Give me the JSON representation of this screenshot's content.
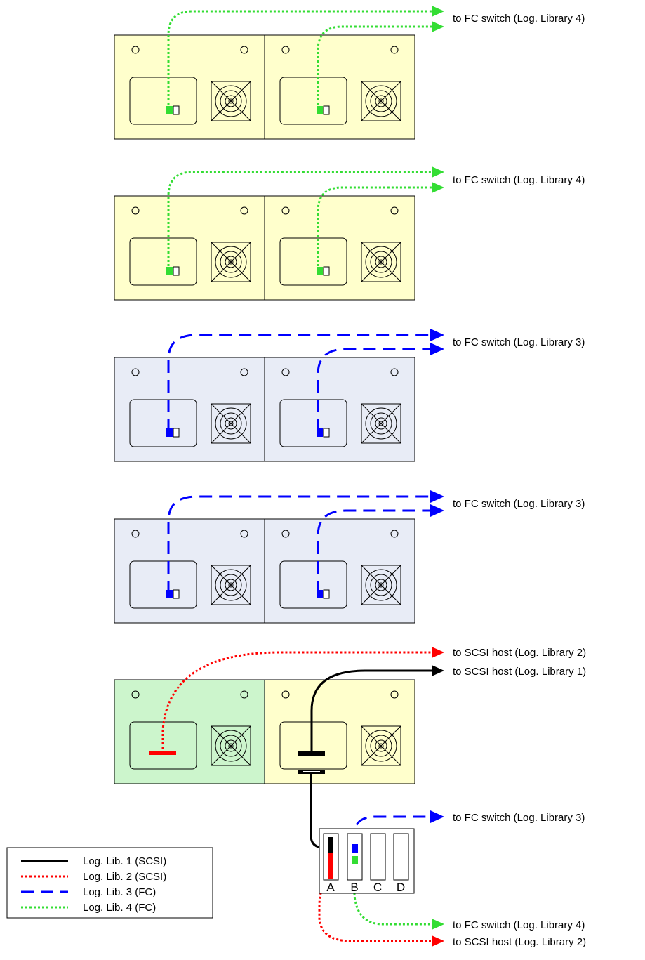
{
  "colors": {
    "yellow_module": "#ffffcc",
    "blue_module": "#e8ecf6",
    "green_module": "#ccf5cc",
    "lib1": "#000000",
    "lib2": "#ff0000",
    "lib3": "#0000ff",
    "lib4": "#33dd33"
  },
  "labels": {
    "fc4": "to FC switch (Log. Library 4)",
    "fc3": "to FC switch (Log. Library 3)",
    "scsi2": "to SCSI host (Log. Library 2)",
    "scsi1": "to SCSI host (Log. Library 1)"
  },
  "slots": [
    "A",
    "B",
    "C",
    "D"
  ],
  "legend": [
    {
      "label": "Log. Lib. 1 (SCSI)",
      "style": "solid",
      "color_key": "lib1"
    },
    {
      "label": "Log. Lib. 2 (SCSI)",
      "style": "dotted",
      "color_key": "lib2"
    },
    {
      "label": "Log. Lib. 3 (FC)",
      "style": "dashed",
      "color_key": "lib3"
    },
    {
      "label": "Log. Lib. 4 (FC)",
      "style": "dotted",
      "color_key": "lib4"
    }
  ]
}
